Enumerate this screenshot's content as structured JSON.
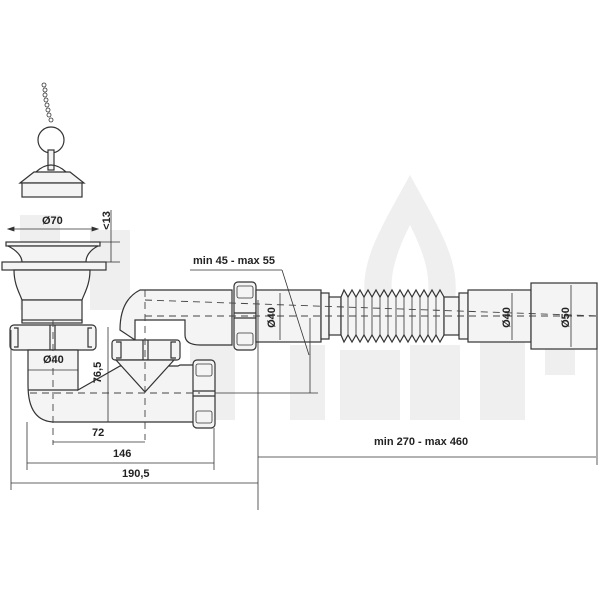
{
  "drawing": {
    "subject": "Bath / shower siphon with plug, chain and flexible corrugated outlet",
    "watermark": {
      "text": "Eronoplast",
      "color": "#efefef"
    },
    "line_color": "#333333",
    "background": "#ffffff"
  },
  "dimensions": {
    "plug_diameter": "Ø70",
    "flange_height": "<13",
    "outlet_offset": "min 45 - max 55",
    "inlet_diameter": "Ø40",
    "trap_height": "76,5",
    "pipe_diameter_1": "Ø40",
    "pipe_diameter_2": "Ø40",
    "cuff_diameter": "Ø50",
    "dim_72": "72",
    "dim_146": "146",
    "dim_190_5": "190,5",
    "flex_length": "min 270 - max 460"
  }
}
